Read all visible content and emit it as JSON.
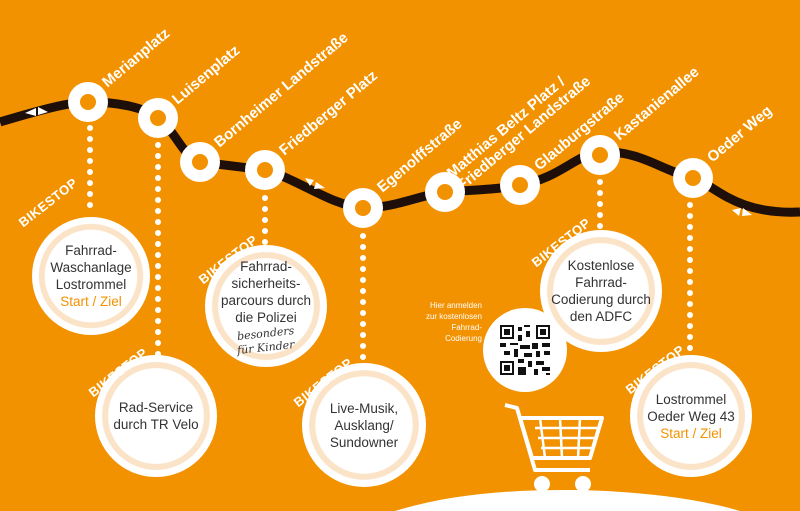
{
  "stations": [
    {
      "name": "Merianplatz"
    },
    {
      "name": "Luisenplatz"
    },
    {
      "name": "Bornheimer Landstraße"
    },
    {
      "name": "Friedberger Platz"
    },
    {
      "name": "Egenolffstraße"
    },
    {
      "name": "Matthias Beltz Platz /",
      "name2": "Friedberger Landstraße"
    },
    {
      "name": "Glauburgstraße"
    },
    {
      "name": "Kastanienallee"
    },
    {
      "name": "Oeder Weg"
    }
  ],
  "bikestop_label": "BIKESTOP",
  "stops": [
    {
      "lines": [
        "Fahrrad-",
        "Waschanlage",
        "Lostrommel"
      ],
      "highlight": "Start / Ziel"
    },
    {
      "lines": [
        "Rad-Service",
        "durch TR Velo"
      ]
    },
    {
      "lines": [
        "Fahrrad-",
        "sicherheits-",
        "parcours durch",
        "die Polizei"
      ],
      "note1": "besonders",
      "note2": "für Kinder"
    },
    {
      "lines": [
        "Live-Musik,",
        "Ausklang/",
        "Sundowner"
      ]
    },
    {
      "lines": [
        "Kostenlose",
        "Fahrrad-",
        "Codierung durch",
        "den ADFC"
      ]
    },
    {
      "lines": [
        "Lostrommel",
        "Oeder Weg 43"
      ],
      "highlight": "Start / Ziel"
    }
  ],
  "qr_note": [
    "Hier anmelden",
    "zur kostenlosen",
    "Fahrrad-",
    "Codierung"
  ],
  "colors": {
    "background": "#f39200",
    "route": "#1e0f0a",
    "white": "#ffffff"
  }
}
